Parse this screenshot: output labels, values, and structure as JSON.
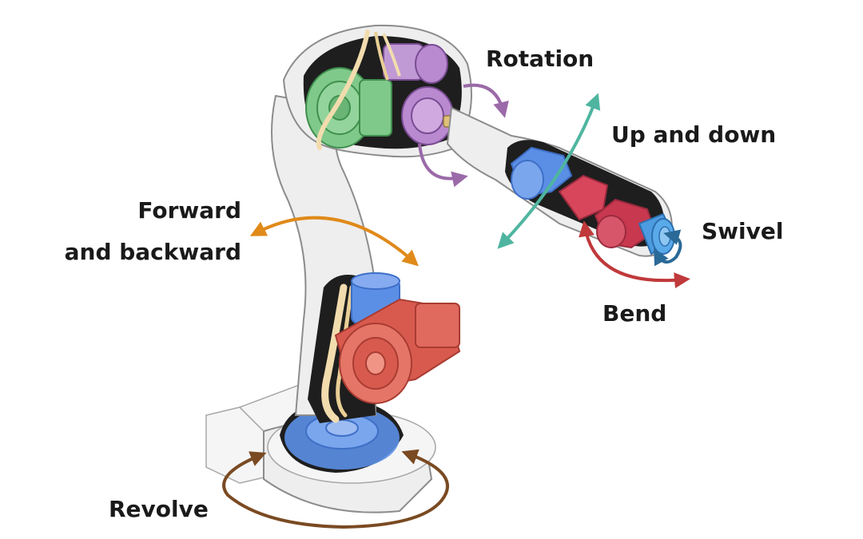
{
  "labels": {
    "rotation": "Rotation",
    "up_and_down": "Up and down",
    "forward_line1": "Forward",
    "forward_line2": "and backward",
    "swivel": "Swivel",
    "bend": "Bend",
    "revolve": "Revolve"
  },
  "colors": {
    "rotation_arrow": "#9b6aa8",
    "up_down_arrow": "#4fb5a0",
    "forward_arrow": "#e08a1a",
    "swivel_arrow": "#2a6a98",
    "bend_arrow": "#c0393b",
    "revolve_arrow": "#7a4a22",
    "motor_green": "#7fc98a",
    "motor_purple": "#b98ad0",
    "motor_blue": "#5b8fe6",
    "motor_red": "#d85a4e",
    "motor_crimson": "#c8384f",
    "motor_cyan": "#4d9be0",
    "cable": "#f2dcae"
  }
}
